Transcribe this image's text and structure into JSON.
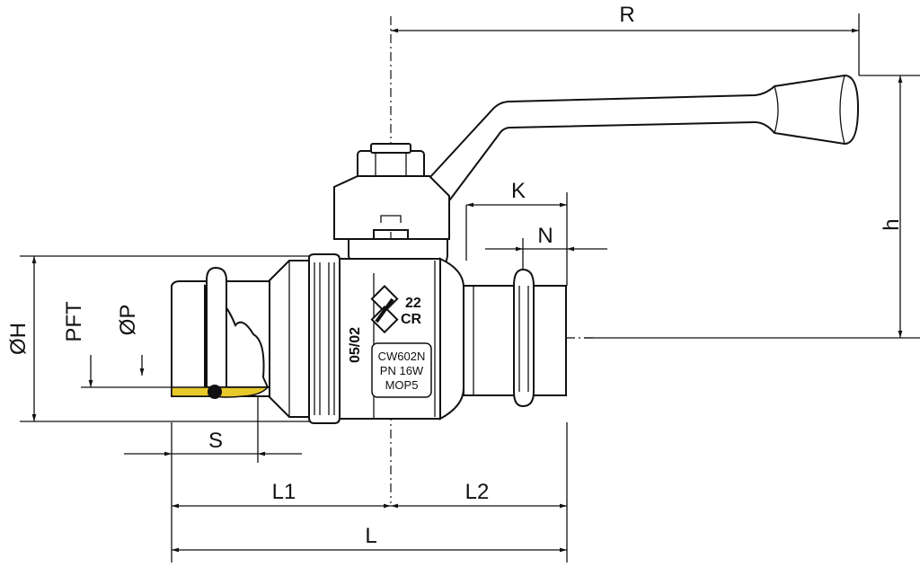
{
  "colors": {
    "line": "#111111",
    "seal_ring": "#e8c82a",
    "background": "#ffffff"
  },
  "dimensions": {
    "R": "R",
    "K": "K",
    "N": "N",
    "h": "h",
    "diam_H": "ØH",
    "PFT": "PFT",
    "diam_P": "ØP",
    "S": "S",
    "L1": "L1",
    "L2": "L2",
    "L": "L"
  },
  "markings": {
    "size": "22",
    "type": "CR",
    "date": "05/02",
    "material": "CW602N",
    "pressure": "PN 16W",
    "mop": "MOP5"
  },
  "icons": [
    "certification-logo-icon"
  ]
}
